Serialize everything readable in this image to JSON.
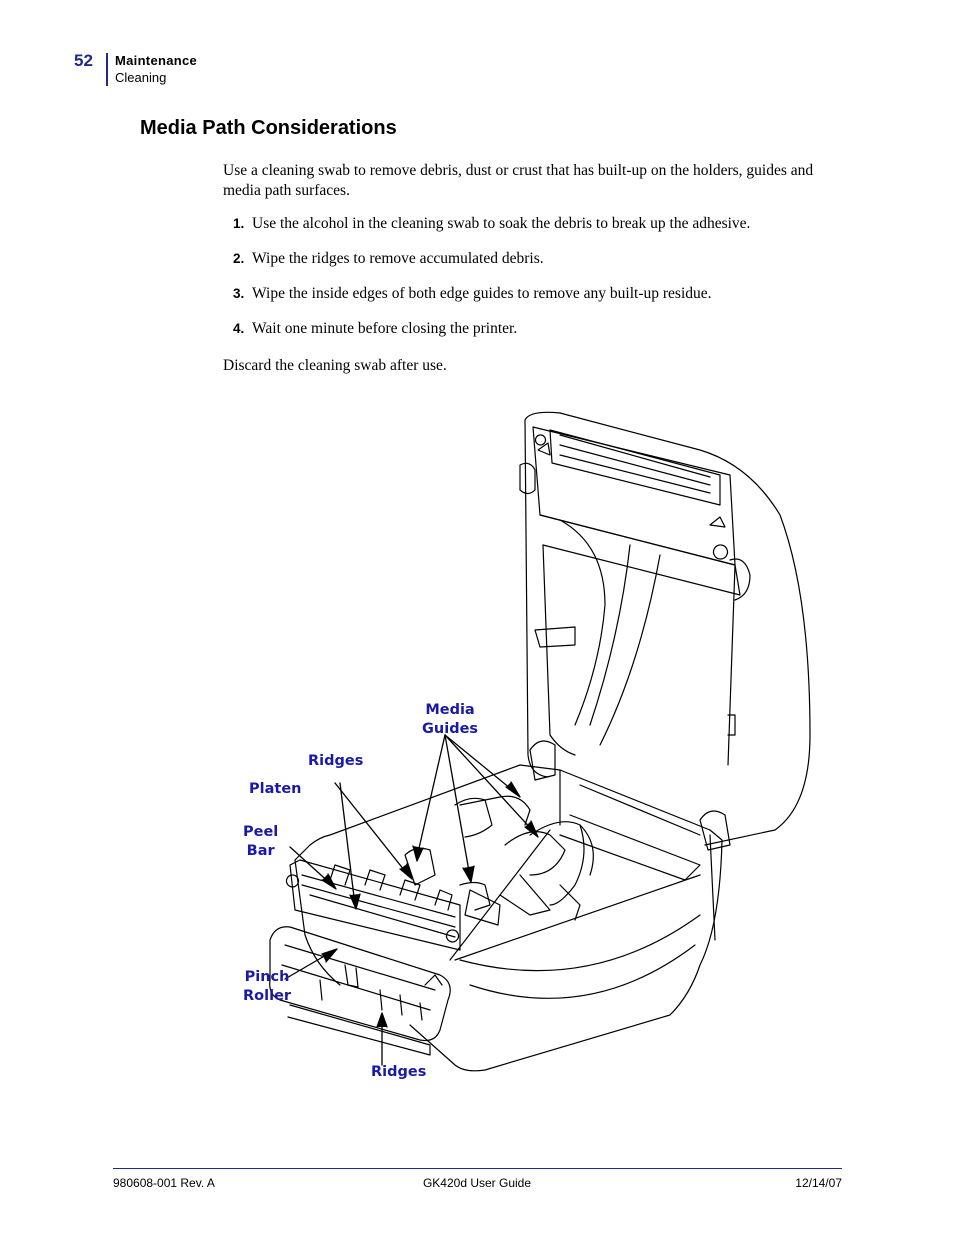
{
  "header": {
    "page_number": "52",
    "section": "Maintenance",
    "subsection": "Cleaning"
  },
  "title": "Media Path Considerations",
  "intro": "Use a cleaning swab to remove debris, dust or crust that has built-up on the holders, guides and media path surfaces.",
  "steps": [
    {
      "number": "1.",
      "text": "Use the alcohol in the cleaning swab to soak the debris to break up the adhesive."
    },
    {
      "number": "2.",
      "text": "Wipe the ridges to remove accumulated debris."
    },
    {
      "number": "3.",
      "text": "Wipe the inside edges of both edge guides to remove any built-up residue."
    },
    {
      "number": "4.",
      "text": "Wait one minute before closing the printer."
    }
  ],
  "closing": "Discard the cleaning swab after use.",
  "figure": {
    "callouts": {
      "media_guides_line1": "Media",
      "media_guides_line2": "Guides",
      "ridges_top": "Ridges",
      "platen": "Platen",
      "peel_bar_line1": "Peel",
      "peel_bar_line2": "Bar",
      "pinch_roller_line1": "Pinch",
      "pinch_roller_line2": "Roller",
      "ridges_bottom": "Ridges"
    },
    "callout_color": "#1a1aa8"
  },
  "footer": {
    "doc_number": "980608-001 Rev. A",
    "doc_title": "GK420d User Guide",
    "date": "12/14/07"
  },
  "colors": {
    "accent": "#1f2a8a"
  }
}
